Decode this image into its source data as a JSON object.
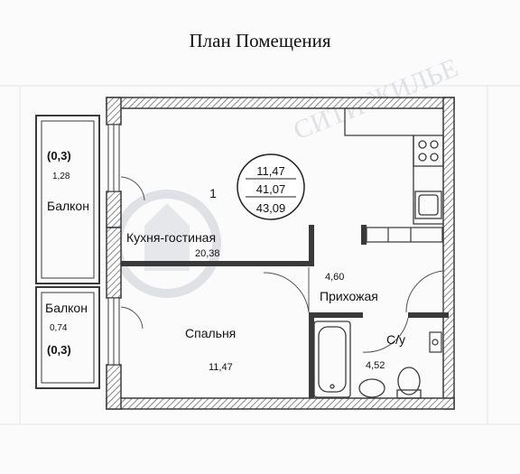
{
  "title": "План Помещения",
  "summary": {
    "rooms_count": "1",
    "living_area": "11,47",
    "total_area": "41,07",
    "total_area_with_balconies": "43,09"
  },
  "rooms": {
    "kitchen_living": {
      "name": "Кухня-гостиная",
      "area": "20,38"
    },
    "hallway": {
      "name": "Прихожая",
      "area": "4,60"
    },
    "bedroom": {
      "name": "Спальня",
      "area": "11,47"
    },
    "bathroom": {
      "name": "С/у",
      "area": "4,52"
    },
    "balcony_upper": {
      "name": "Балкон",
      "coefficient": "(0,3)",
      "area": "1,28"
    },
    "balcony_lower": {
      "name": "Балкон",
      "coefficient": "(0,3)",
      "area": "0,74"
    }
  },
  "colors": {
    "wall": "#3a3a3a",
    "wall_hatch": "#8a8a8a",
    "text": "#111111",
    "watermark": "#c9ccd3",
    "background": "#fbfbfb"
  }
}
